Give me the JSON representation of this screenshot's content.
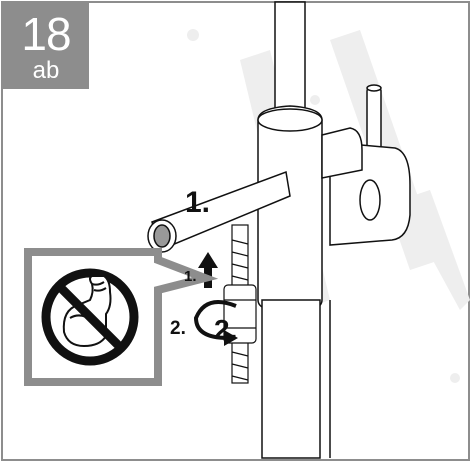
{
  "step_badge": {
    "number": "18",
    "variant": "ab"
  },
  "labels": {
    "step1_label": "1.",
    "step1_small_label": "1.",
    "step2_left_label": "2.",
    "step2_right_label": "2."
  },
  "icons": {
    "prohibition": "no-force-prohibition-icon",
    "flexed_arm": "flexed-arm-icon",
    "up_arrow": "up-arrow-icon",
    "rotate_arrow": "rotate-arrow-icon"
  },
  "colors": {
    "badge_bg": "#8d8d8d",
    "frame": "#8d8d8d",
    "line": "#111111",
    "watermark": "#eeeeee"
  }
}
